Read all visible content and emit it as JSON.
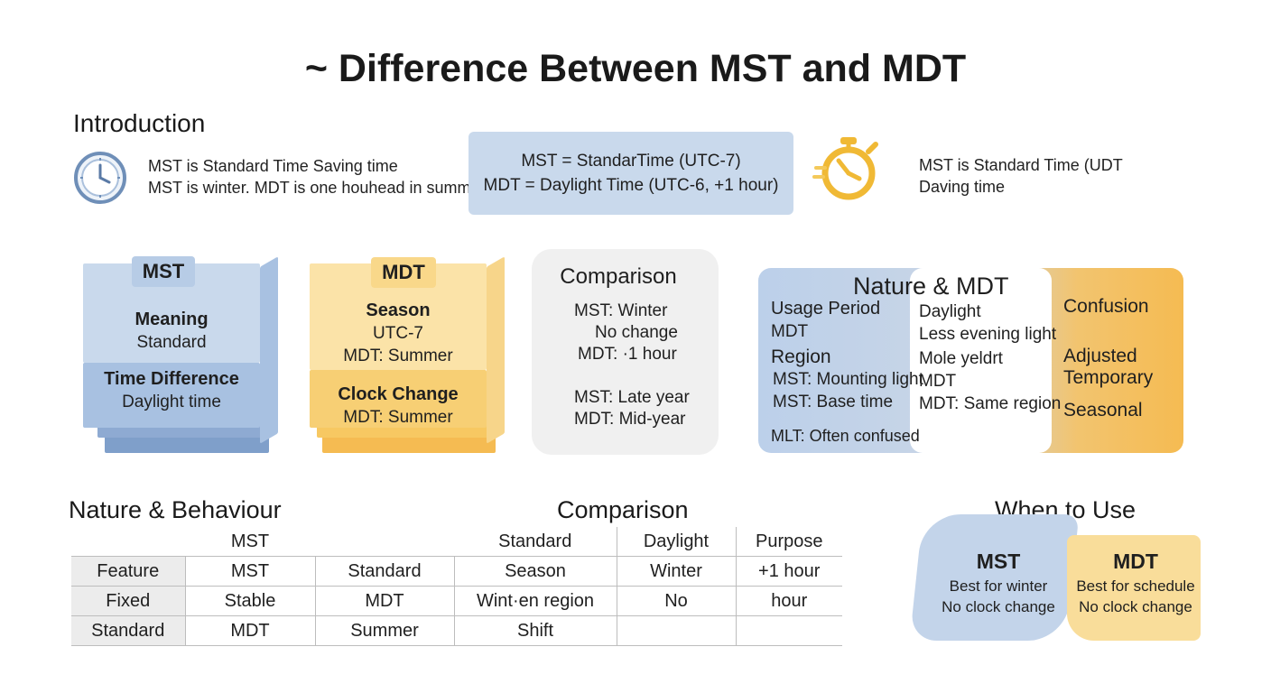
{
  "title": "~ Difference Between MST and MDT",
  "intro": {
    "heading": "Introduction",
    "clock_text": [
      "MST is Standard Time Saving time",
      "MST is winter. MDT is one houhead in summer."
    ],
    "formula": [
      "MST = StandarTime (UTC-7)",
      "MDT = Daylight Time (UTC-6, +1 hour)"
    ],
    "timer_text": [
      "MST is Standard Time (UDT",
      "Daving time"
    ]
  },
  "mst_stack": {
    "tag": "MST",
    "line1_bold": "Meaning",
    "line1": "Standard",
    "line2_bold": "Time Difference",
    "line2": "Daylight time"
  },
  "mdt_stack": {
    "tag": "MDT",
    "line1_bold": "Season",
    "line1a": "UTC-7",
    "line1b": "MDT: Summer",
    "line2_bold": "Clock Change",
    "line2": "MDT: Summer"
  },
  "comparison_card": {
    "title": "Comparison",
    "lines": [
      "MST: Winter",
      "No change",
      "MDT: ·1 hour",
      "MST: Late year",
      "MDT: Mid-year"
    ]
  },
  "nature_panel": {
    "title": "Nature & MDT",
    "col1": [
      "Usage Period",
      "MDT",
      "Region",
      "MST: Mounting light",
      "MST: Base time",
      "MLT: Often confused"
    ],
    "col2": [
      "Daylight",
      "Less evening light",
      "Mole yeldrt",
      "MDT",
      "MDT: Same region"
    ],
    "col3": [
      "Confusion",
      "Adjusted",
      "Temporary",
      "Seasonal"
    ]
  },
  "bottom": {
    "nature_heading": "Nature & Behaviour",
    "comparison_heading": "Comparison",
    "when_heading": "When to Use"
  },
  "table": {
    "header": [
      "",
      "MST",
      "",
      "Standard",
      "Daylight",
      "Purpose"
    ],
    "rows": [
      [
        "Feature",
        "MST",
        "Standard",
        "Season",
        "Winter",
        "+1 hour"
      ],
      [
        "Fixed",
        "Stable",
        "MDT",
        "Wint·en region",
        "No",
        "hour"
      ],
      [
        "Standard",
        "MDT",
        "Summer",
        "Shift",
        "",
        ""
      ]
    ]
  },
  "when_to_use": {
    "mst": {
      "title": "MST",
      "lines": [
        "Best for winter",
        "No clock change"
      ]
    },
    "mdt": {
      "title": "MDT",
      "lines": [
        "Best for schedule",
        "No clock change"
      ]
    }
  },
  "colors": {
    "blue_light": "#c9d9ec",
    "blue_mid": "#a8c1e1",
    "blue_dark": "#7f9fca",
    "yellow_light": "#fbe3a8",
    "yellow_mid": "#f7cf74",
    "orange": "#f5bb52",
    "icon_blue": "#6f8fb8",
    "icon_yellow": "#f0b935"
  },
  "icons": [
    "clock-icon",
    "timer-icon"
  ]
}
